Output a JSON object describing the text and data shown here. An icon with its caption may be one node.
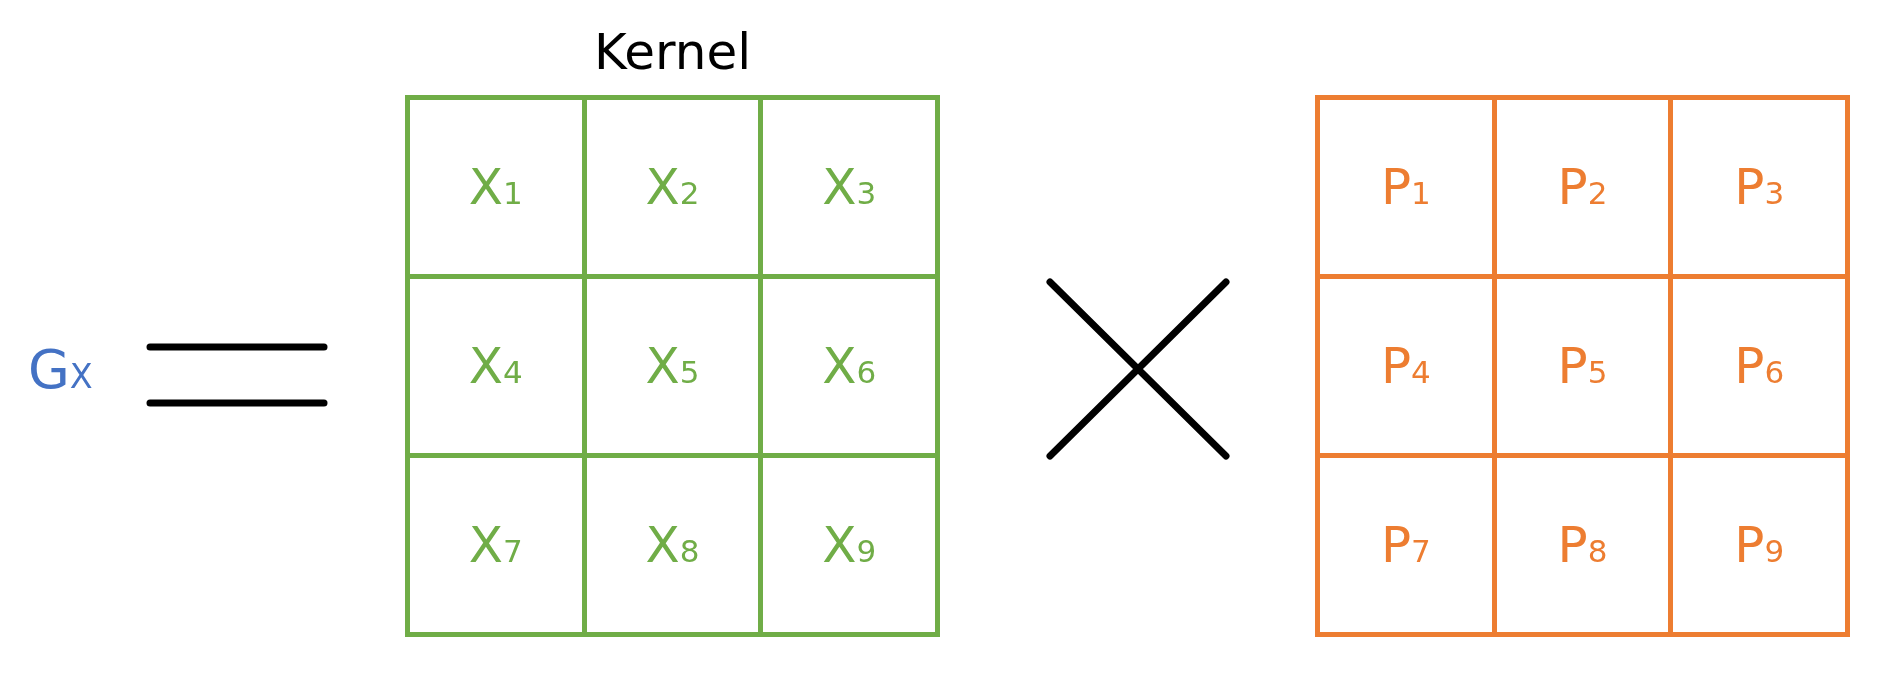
{
  "diagram": {
    "nodes": [
      {
        "text": [
          "Kernel"
        ]
      },
      {
        "text": [
          "X$_{1}$"
        ],
        "in": 0
      },
      {
        "text": [
          "X$_{2}$"
        ],
        "in": 0
      },
      {
        "text": [
          "X$_{3}$"
        ],
        "in": 0
      },
      {
        "text": [
          "X$_{4}$"
        ],
        "in": 0
      },
      {
        "text": [
          "X$_{5}$"
        ],
        "in": 0
      },
      {
        "text": [
          "X$_{6}$"
        ],
        "in": 0
      },
      {
        "text": [
          "X$_{7}$"
        ],
        "in": 0
      },
      {
        "text": [
          "X$_{8}$"
        ],
        "in": 0
      },
      {
        "text": [
          "X$_{9}$"
        ],
        "in": 0
      },
      {
        "text": [],
        "shape": "box"
      },
      {
        "text": [
          "P$_{1}$"
        ],
        "in": 10
      },
      {
        "text": [
          "P$_{2}$"
        ],
        "in": 10
      },
      {
        "text": [
          "P$_{3}$"
        ],
        "in": 10
      },
      {
        "text": [
          "P$_{4}$"
        ],
        "in": 10
      },
      {
        "text": [
          "P$_{5}$"
        ],
        "in": 10
      },
      {
        "text": [
          "P$_{6}$"
        ],
        "in": 10
      },
      {
        "text": [
          "P$_{7}$"
        ],
        "in": 10
      },
      {
        "text": [
          "P$_{8}$"
        ],
        "in": 10
      },
      {
        "text": [
          "P$_{9}$"
        ],
        "in": 10
      }
    ],
    "labels": [
      "G$_{X}$"
    ]
  }
}
